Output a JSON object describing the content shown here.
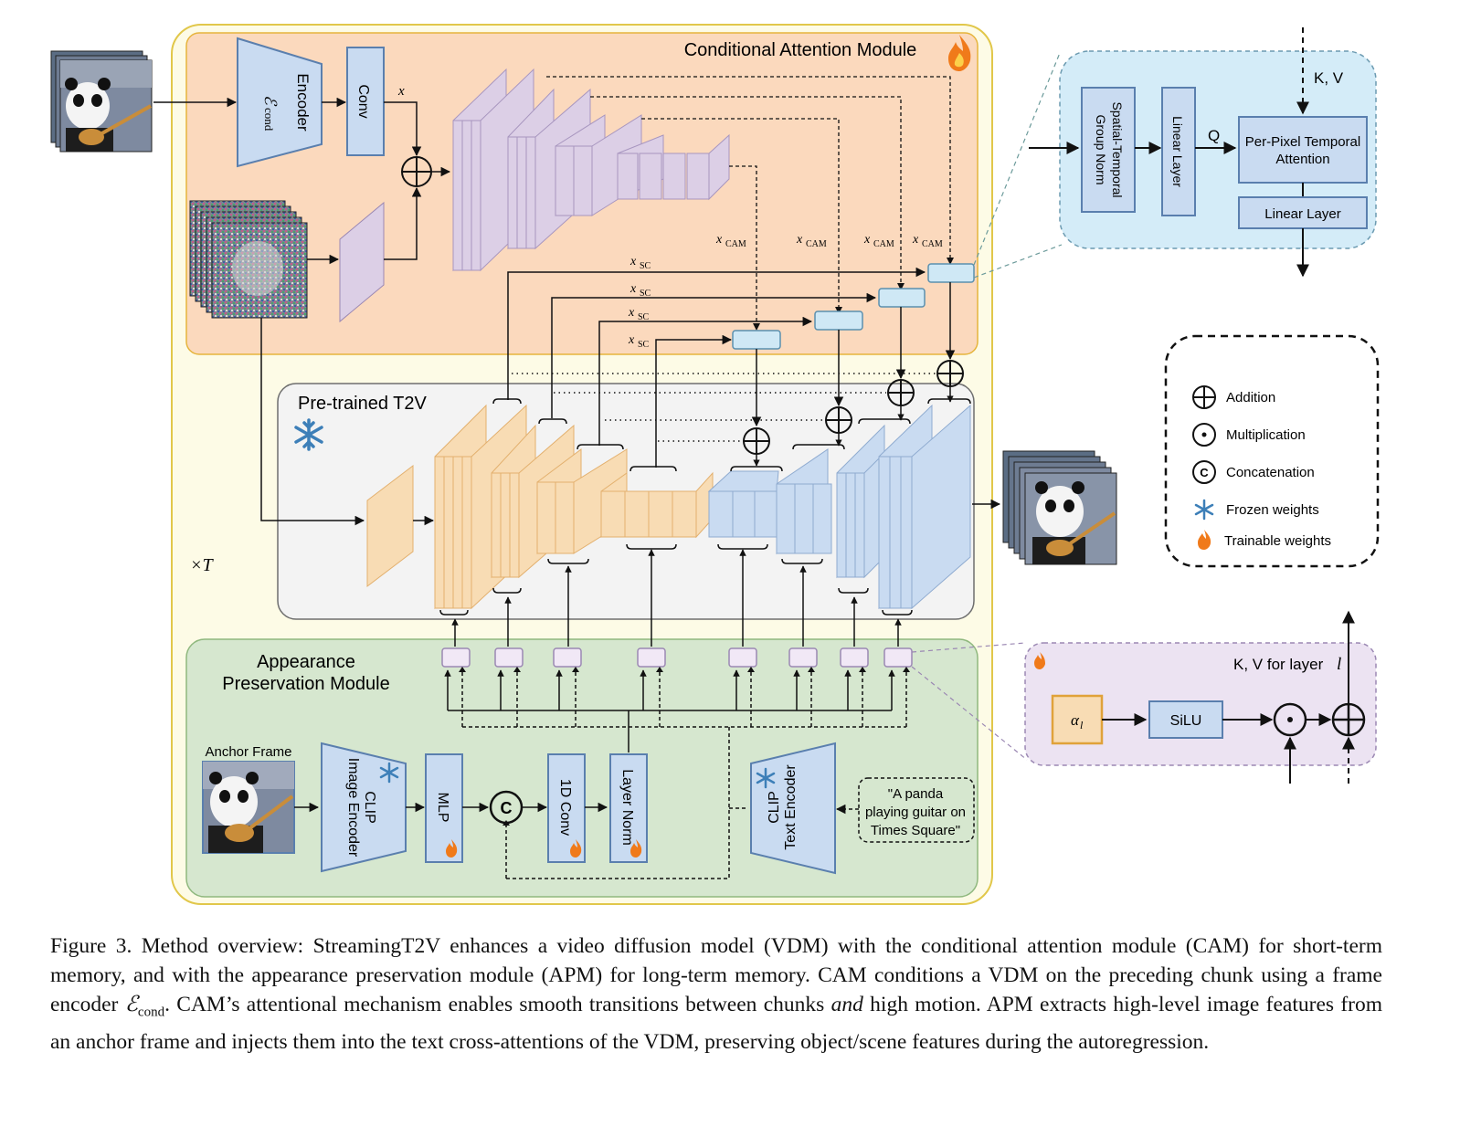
{
  "cam": {
    "title": "Conditional Attention Module",
    "encoder_label": "Encoder",
    "encoder_symbol": "ℰ",
    "encoder_sub": "cond",
    "conv_label": "Conv",
    "x_label": "x",
    "xcam_labels": [
      "x",
      "x",
      "x",
      "x"
    ],
    "xcam_sub": "CAM",
    "xsc_labels": [
      "x",
      "x",
      "x",
      "x"
    ],
    "xsc_sub": "SC"
  },
  "t2v": {
    "title": "Pre-trained T2V",
    "repeat_label": "×T"
  },
  "apm": {
    "title_line1": "Appearance",
    "title_line2": "Preservation Module",
    "anchor_label": "Anchor Frame",
    "clip_image_line1": "CLIP",
    "clip_image_line2": "Image Encoder",
    "mlp_label": "MLP",
    "concat_symbol": "C",
    "conv1d_label": "1D Conv",
    "layernorm_label": "Layer Norm",
    "clip_text_line1": "CLIP",
    "clip_text_line2": "Text Encoder",
    "prompt_line1": "\"A panda",
    "prompt_line2": "playing guitar on",
    "prompt_line3": "Times Square\""
  },
  "attn_detail": {
    "kv_label": "K, V",
    "q_label": "Q",
    "group_norm_line1": "Spatial-Temporal",
    "group_norm_line2": "Group Norm",
    "linear1_label": "Linear Layer",
    "attention_line1": "Per-Pixel Temporal",
    "attention_line2": "Attention",
    "linear2_label": "Linear Layer"
  },
  "kv_detail": {
    "title": "K, V for layer",
    "layer_symbol": "l",
    "alpha_symbol": "α",
    "alpha_sub": "l",
    "silu_label": "SiLU"
  },
  "legend": {
    "items": [
      {
        "icon": "addition-icon",
        "label": "Addition"
      },
      {
        "icon": "multiplication-icon",
        "label": "Multiplication"
      },
      {
        "icon": "concatenation-icon",
        "label": "Concatenation",
        "symbol": "C"
      },
      {
        "icon": "snowflake-icon",
        "label": "Frozen weights"
      },
      {
        "icon": "flame-icon",
        "label": "Trainable weights"
      }
    ]
  },
  "colors": {
    "cam_bg": "#fbd9bd",
    "t2v_bg": "#f3f3f3",
    "apm_bg": "#d6e7cf",
    "outer_bg": "#fdfbe6",
    "blue_block": "#c9dbf1",
    "orange_block": "#f8dcb4",
    "purple_block": "#dccfe6",
    "attn_detail_bg": "#d4ecf8",
    "kv_detail_bg": "#ece3f2",
    "frozen": "#3d7fb8",
    "flame": "#f07a1a"
  },
  "caption": {
    "part1": "Figure 3. Method overview: StreamingT2V enhances a video diffusion model (VDM) with the conditional attention module (CAM) for short-term memory, and with the appearance preservation module (APM) for long-term memory. CAM conditions a VDM on the preceding chunk using a frame encoder ",
    "symbol": "ℰ",
    "symbol_sub": "cond",
    "part2": ". CAM’s attentional mechanism enables smooth transitions between chunks ",
    "emph": "and",
    "part3": " high motion. APM extracts high-level image features from an anchor frame and injects them into the text cross-attentions of the VDM, preserving object/scene features during the autoregression."
  }
}
